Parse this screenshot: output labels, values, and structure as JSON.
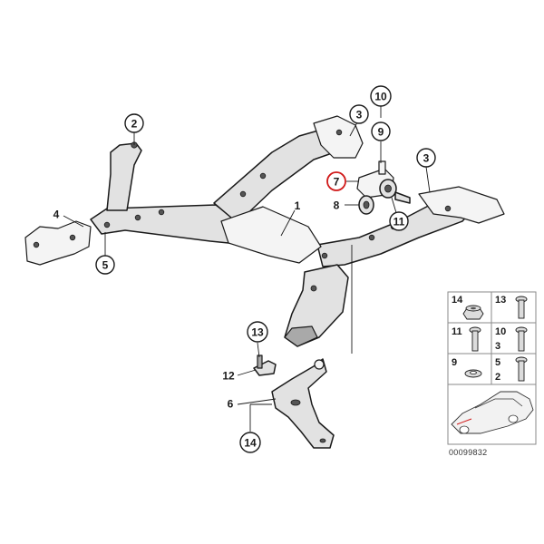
{
  "callouts": [
    {
      "id": "1",
      "label": "1"
    },
    {
      "id": "2",
      "label": "2"
    },
    {
      "id": "3a",
      "label": "3"
    },
    {
      "id": "3b",
      "label": "3"
    },
    {
      "id": "4",
      "label": "4"
    },
    {
      "id": "5",
      "label": "5"
    },
    {
      "id": "6",
      "label": "6"
    },
    {
      "id": "7",
      "label": "7"
    },
    {
      "id": "8",
      "label": "8"
    },
    {
      "id": "9",
      "label": "9"
    },
    {
      "id": "10",
      "label": "10"
    },
    {
      "id": "11",
      "label": "11"
    },
    {
      "id": "12",
      "label": "12"
    },
    {
      "id": "13",
      "label": "13"
    },
    {
      "id": "14",
      "label": "14"
    }
  ],
  "legend": {
    "cells": [
      {
        "labels": [
          "14"
        ],
        "part": "nut"
      },
      {
        "labels": [
          "13"
        ],
        "part": "bolt-short"
      },
      {
        "labels": [
          "11"
        ],
        "part": "bolt-flange"
      },
      {
        "labels": [
          "10",
          "3"
        ],
        "part": "bolt-long"
      },
      {
        "labels": [
          "9"
        ],
        "part": "washer"
      },
      {
        "labels": [
          "5",
          "2"
        ],
        "part": "bolt-hex"
      }
    ]
  },
  "doc_number": "00099832",
  "colors": {
    "highlight": "#d01818",
    "stroke": "#1a1a1a"
  }
}
